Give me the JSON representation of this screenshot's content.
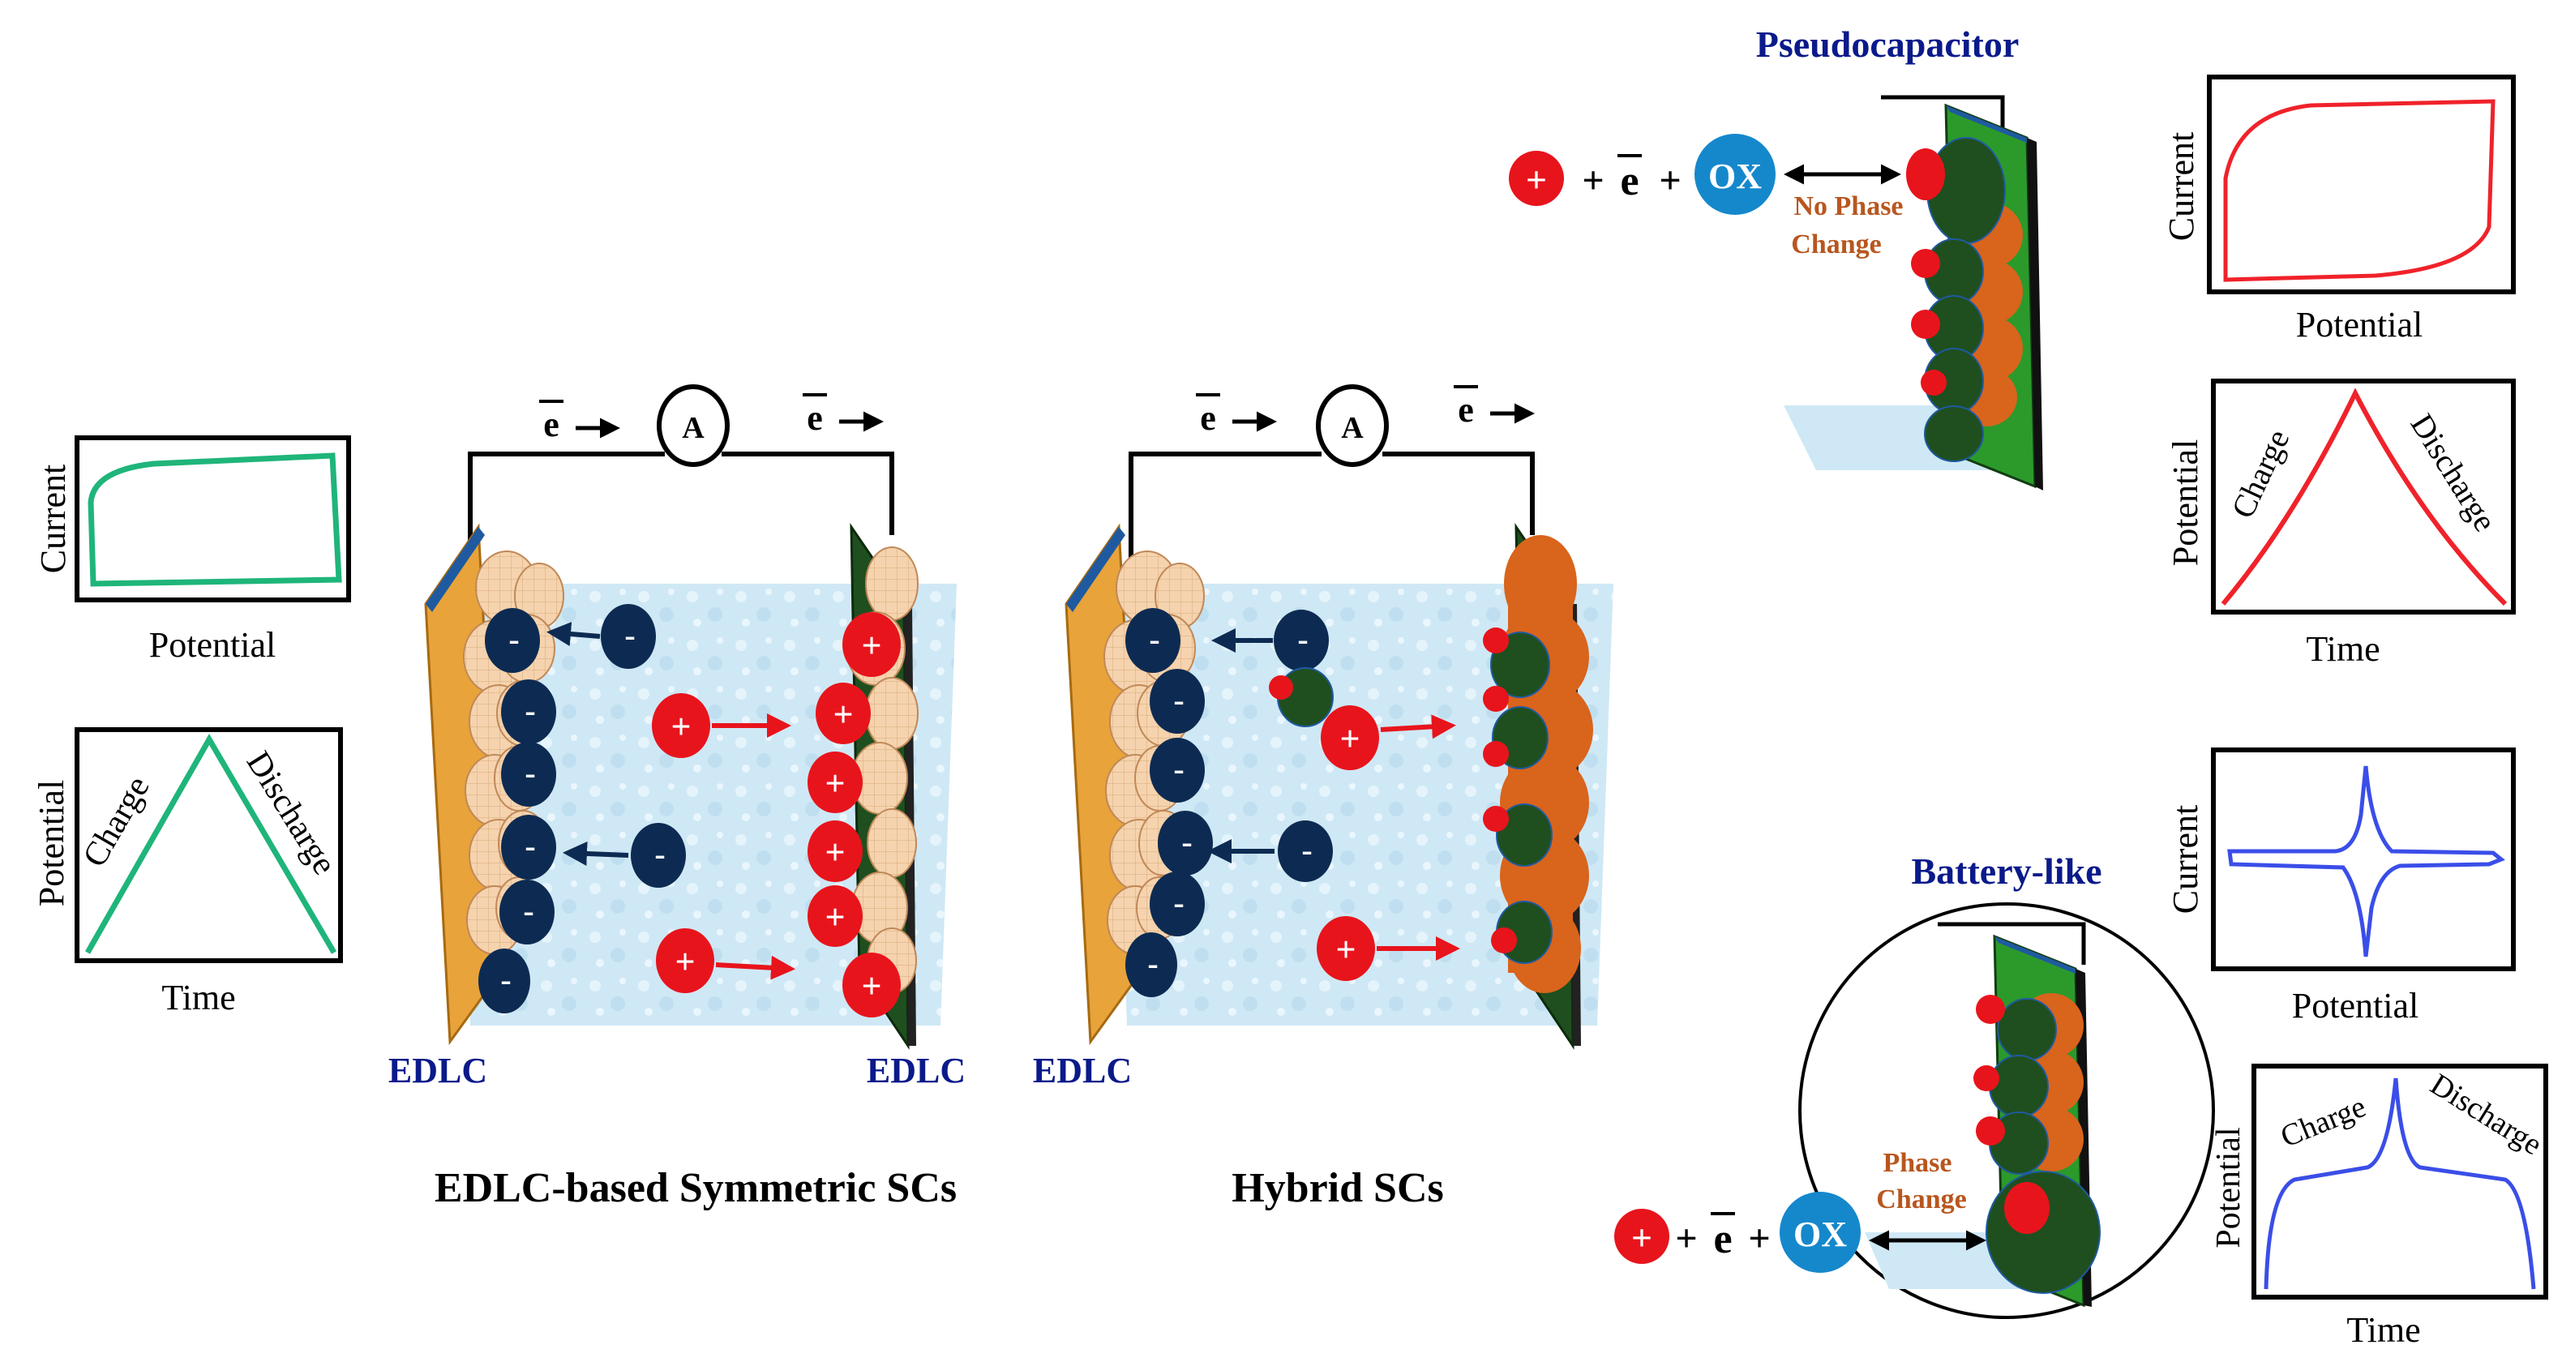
{
  "labels": {
    "edlc": "EDLC",
    "symmetric_title": "EDLC-based Symmetric SCs",
    "hybrid_title": "Hybrid SCs",
    "pseudo_title": "Pseudocapacitor",
    "battery_title": "Battery-like",
    "no_phase_line1": "No Phase",
    "no_phase_line2": "Change",
    "phase_line1": "Phase",
    "phase_line2": "Change",
    "ammeter": "A",
    "electron": "e",
    "plus": "+",
    "minus": "-",
    "ox": "OX",
    "current": "Current",
    "potential": "Potential",
    "time": "Time",
    "charge": "Charge",
    "discharge": "Discharge"
  },
  "colors": {
    "navy_title": "#0a1a8a",
    "cation_red": "#e8141c",
    "anion_navy": "#0d2b52",
    "ox_blue": "#1588cc",
    "electrolyte": "#cfe8f5",
    "carbon_tan": "#f5d3ae",
    "gold_plate": "#e8a33a",
    "dark_green": "#1f4f1f",
    "orange_oxide": "#d9641c",
    "brown_text": "#b8561e",
    "edlc_green_curve": "#1fb57a",
    "pseudo_red_curve": "#f0222a",
    "battery_blue_curve": "#3a4ee8"
  },
  "chart_data": [
    {
      "type": "line",
      "id": "edlc-cv",
      "shape": "rectangular-loop",
      "xlabel": "Potential",
      "ylabel": "Current",
      "color": "#1fb57a"
    },
    {
      "type": "line",
      "id": "edlc-gcd",
      "shape": "symmetric-triangle",
      "xlabel": "Time",
      "ylabel": "Potential",
      "annotations": [
        "Charge",
        "Discharge"
      ],
      "color": "#1fb57a"
    },
    {
      "type": "line",
      "id": "pseudo-cv",
      "shape": "quasi-rectangular-loop",
      "xlabel": "Potential",
      "ylabel": "Current",
      "color": "#f0222a"
    },
    {
      "type": "line",
      "id": "pseudo-gcd",
      "shape": "curved-triangle",
      "xlabel": "Time",
      "ylabel": "Potential",
      "annotations": [
        "Charge",
        "Discharge"
      ],
      "color": "#f0222a"
    },
    {
      "type": "line",
      "id": "battery-cv",
      "shape": "redox-peaks",
      "xlabel": "Potential",
      "ylabel": "Current",
      "color": "#3a4ee8"
    },
    {
      "type": "line",
      "id": "battery-gcd",
      "shape": "plateau",
      "xlabel": "Time",
      "ylabel": "Potential",
      "annotations": [
        "Charge",
        "Discharge"
      ],
      "color": "#3a4ee8"
    }
  ]
}
